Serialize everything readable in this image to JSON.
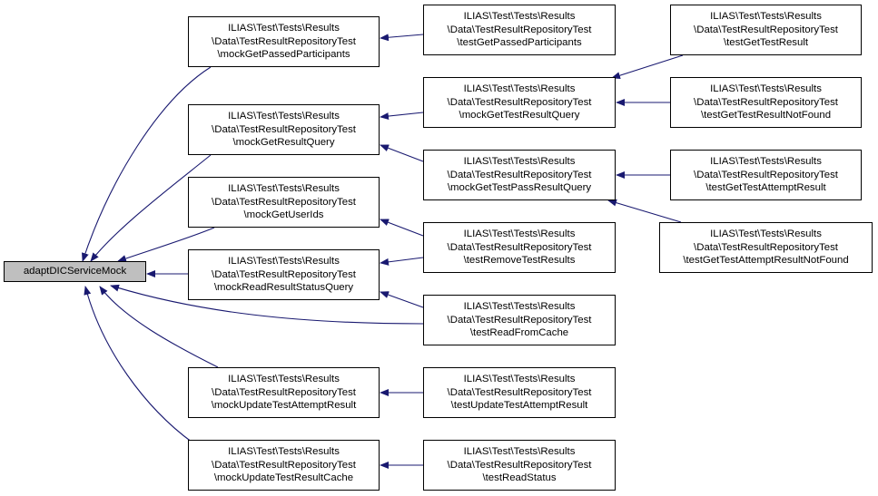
{
  "graph": {
    "line_color": "#191970",
    "root": {
      "label": "adaptDICServiceMock",
      "fill": "#bfbfbf"
    },
    "nodes": {
      "n_getPassedParticipants": [
        "ILIAS\\Test\\Tests\\Results",
        "\\Data\\TestResultRepositoryTest",
        "\\mockGetPassedParticipants"
      ],
      "n_getResultQuery": [
        "ILIAS\\Test\\Tests\\Results",
        "\\Data\\TestResultRepositoryTest",
        "\\mockGetResultQuery"
      ],
      "n_getUserIds": [
        "ILIAS\\Test\\Tests\\Results",
        "\\Data\\TestResultRepositoryTest",
        "\\mockGetUserIds"
      ],
      "n_readResultStatusQuery": [
        "ILIAS\\Test\\Tests\\Results",
        "\\Data\\TestResultRepositoryTest",
        "\\mockReadResultStatusQuery"
      ],
      "n_updateTestAttemptResult": [
        "ILIAS\\Test\\Tests\\Results",
        "\\Data\\TestResultRepositoryTest",
        "\\mockUpdateTestAttemptResult"
      ],
      "n_updateTestResultCache": [
        "ILIAS\\Test\\Tests\\Results",
        "\\Data\\TestResultRepositoryTest",
        "\\mockUpdateTestResultCache"
      ],
      "t_getPassedParticipants": [
        "ILIAS\\Test\\Tests\\Results",
        "\\Data\\TestResultRepositoryTest",
        "\\testGetPassedParticipants"
      ],
      "m_getTestResultQuery": [
        "ILIAS\\Test\\Tests\\Results",
        "\\Data\\TestResultRepositoryTest",
        "\\mockGetTestResultQuery"
      ],
      "m_getTestPassResultQuery": [
        "ILIAS\\Test\\Tests\\Results",
        "\\Data\\TestResultRepositoryTest",
        "\\mockGetTestPassResultQuery"
      ],
      "t_removeTestResults": [
        "ILIAS\\Test\\Tests\\Results",
        "\\Data\\TestResultRepositoryTest",
        "\\testRemoveTestResults"
      ],
      "t_readFromCache": [
        "ILIAS\\Test\\Tests\\Results",
        "\\Data\\TestResultRepositoryTest",
        "\\testReadFromCache"
      ],
      "t_updateTestAttemptResult": [
        "ILIAS\\Test\\Tests\\Results",
        "\\Data\\TestResultRepositoryTest",
        "\\testUpdateTestAttemptResult"
      ],
      "t_readStatus": [
        "ILIAS\\Test\\Tests\\Results",
        "\\Data\\TestResultRepositoryTest",
        "\\testReadStatus"
      ],
      "t_getTestResult": [
        "ILIAS\\Test\\Tests\\Results",
        "\\Data\\TestResultRepositoryTest",
        "\\testGetTestResult"
      ],
      "t_getTestResultNotFound": [
        "ILIAS\\Test\\Tests\\Results",
        "\\Data\\TestResultRepositoryTest",
        "\\testGetTestResultNotFound"
      ],
      "t_getTestAttemptResult": [
        "ILIAS\\Test\\Tests\\Results",
        "\\Data\\TestResultRepositoryTest",
        "\\testGetTestAttemptResult"
      ],
      "t_getTestAttemptResultNotFound": [
        "ILIAS\\Test\\Tests\\Results",
        "\\Data\\TestResultRepositoryTest",
        "\\testGetTestAttemptResultNotFound"
      ]
    }
  }
}
